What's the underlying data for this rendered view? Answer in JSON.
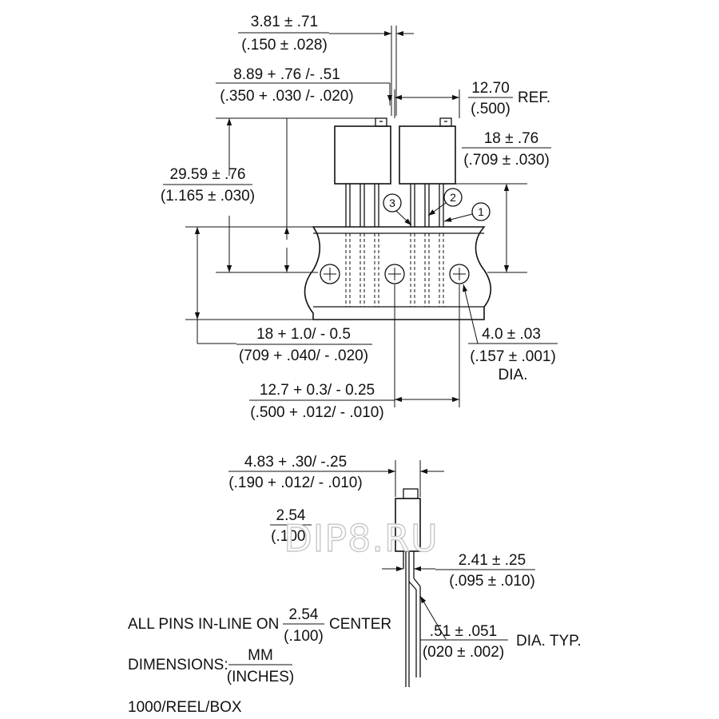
{
  "dims": {
    "pitch_top": {
      "mm": "3.81 ± .71",
      "in": "(.150 ± .028)"
    },
    "body_offset": {
      "mm": "8.89 + .76 /- .51",
      "in": "(.350 + .030 /- .020)"
    },
    "ref_pitch": {
      "mm": "12.70",
      "in": "(.500)",
      "suffix": "REF."
    },
    "lead_height": {
      "mm": "18 ± .76",
      "in": "(.709 ± .030)"
    },
    "total_height": {
      "mm": "29.59 ± .76",
      "in": "(1.165 ± .030)"
    },
    "tape_width": {
      "mm": "18 + 1.0/ - 0.5",
      "in": "(709 + .040/ - .020)"
    },
    "hole_dia": {
      "mm": "4.0 ± .03",
      "in": "(.157 ± .001)",
      "suffix": "DIA."
    },
    "hole_pitch": {
      "mm": "12.7 + 0.3/ - 0.25",
      "in": "(.500 + .012/ - .010)"
    },
    "side_body": {
      "mm": "4.83 + .30/ -.25",
      "in": "(.190 + .012/ - .010)"
    },
    "side_pitch": {
      "mm": "2.54",
      "in": "(.100)"
    },
    "lead_spread": {
      "mm": "2.41 ± .25",
      "in": "(.095 ± .010)"
    },
    "lead_dia": {
      "mm": ".51 ± .051",
      "in": "(020 ± .002)",
      "suffix": "DIA. TYP."
    }
  },
  "pins": [
    "3",
    "2",
    "1"
  ],
  "notes": {
    "inline_prefix": "ALL PINS IN-LINE ON",
    "inline_mm": "2.54",
    "inline_in": "(.100)",
    "inline_suffix": "CENTER",
    "dims_label": "DIMENSIONS:",
    "dims_mm": "MM",
    "dims_in": "(INCHES)",
    "packaging": "1000/REEL/BOX"
  },
  "watermark": "DIP8.RU"
}
